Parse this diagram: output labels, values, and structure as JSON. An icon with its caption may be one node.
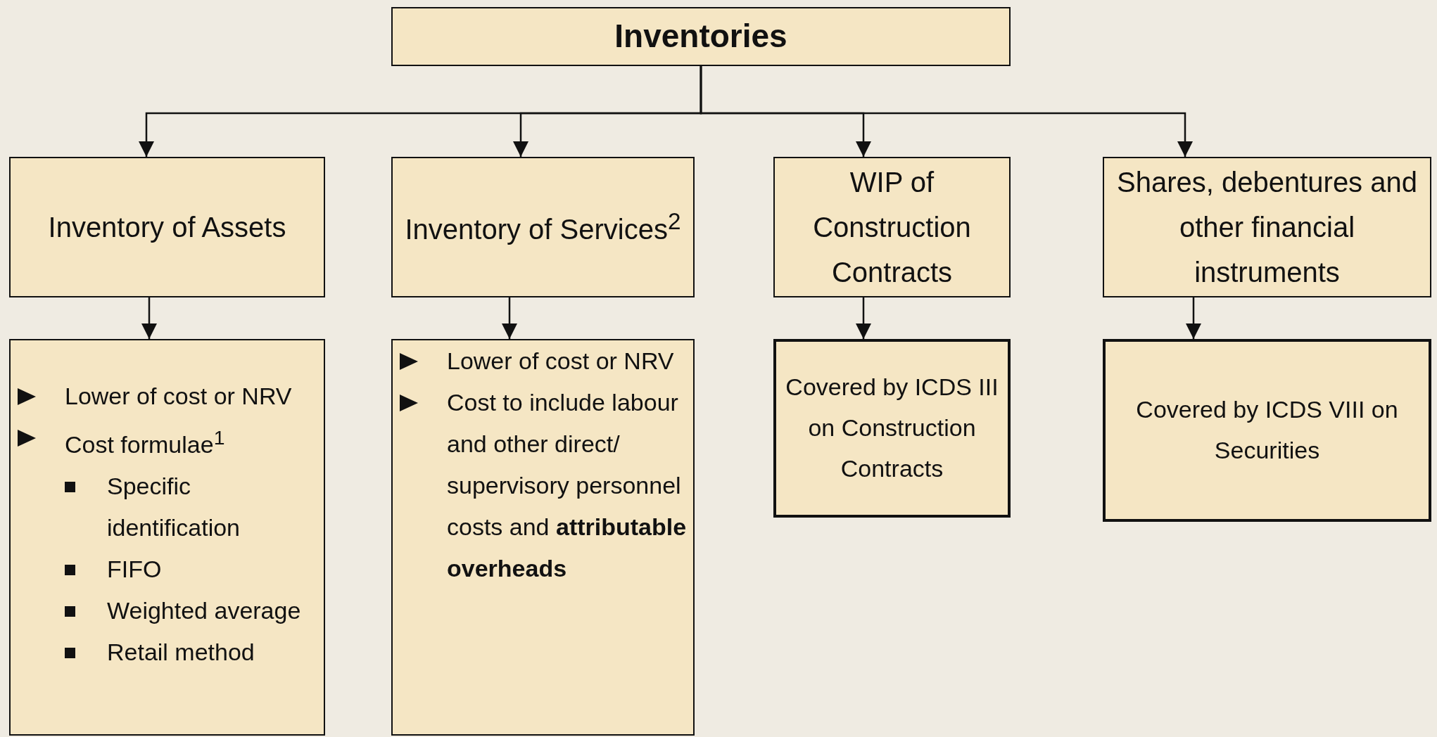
{
  "diagram": {
    "nodes": [
      {
        "text": [
          "Inventories"
        ]
      },
      {
        "text": [
          "Inventory of Assets"
        ]
      },
      {
        "text": [
          "Inventory of Services$^{2}$"
        ]
      },
      {
        "text": [
          "WIP of Construction Contracts"
        ]
      },
      {
        "text": [
          "Shares, debentures and other financial instruments"
        ]
      },
      {
        "text": [
          "Lower of cost or NRV",
          "Cost formulae$^{1}$",
          "Specific identification",
          "FIFO",
          "Weighted average",
          "Retail method"
        ]
      },
      {
        "text": [
          "Lower of cost or NRV",
          "Cost to include labour and other direct/ supervisory personnel costs and **attributable overheads**"
        ]
      },
      {
        "text": [
          "Covered by ICDS III on Construction Contracts"
        ]
      },
      {
        "text": [
          "Covered by ICDS VIII on Securities"
        ]
      }
    ],
    "edges": [
      {
        "from": 0,
        "to": 1,
        "arrow": "to"
      },
      {
        "from": 0,
        "to": 2,
        "arrow": "to"
      },
      {
        "from": 0,
        "to": 3,
        "arrow": "to"
      },
      {
        "from": 0,
        "to": 4,
        "arrow": "to"
      },
      {
        "from": 1,
        "to": 5,
        "arrow": "to"
      },
      {
        "from": 2,
        "to": 6,
        "arrow": "to"
      },
      {
        "from": 3,
        "to": 7,
        "arrow": "to"
      },
      {
        "from": 4,
        "to": 8,
        "arrow": "to"
      }
    ]
  }
}
